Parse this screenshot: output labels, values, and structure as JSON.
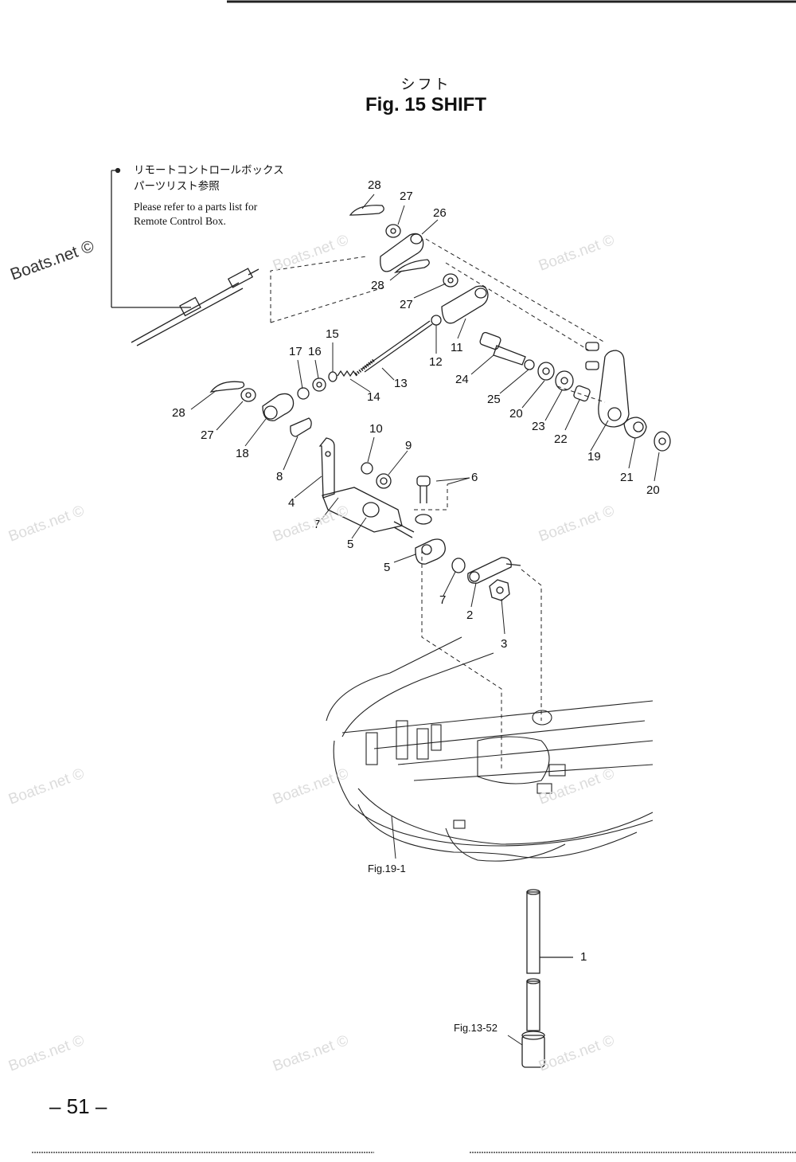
{
  "header": {
    "title_jp": "シフト",
    "title": "Fig. 15   SHIFT"
  },
  "note": {
    "jp_line1": "リモートコントロールボックス",
    "jp_line2": "パーツリスト参照",
    "en_line1": "Please refer to a parts list for",
    "en_line2": "Remote Control Box."
  },
  "watermark": {
    "text": "Boats.net ©"
  },
  "parts": [
    {
      "id": "p28a",
      "label": "28"
    },
    {
      "id": "p27a",
      "label": "27"
    },
    {
      "id": "p26",
      "label": "26"
    },
    {
      "id": "p28b",
      "label": "28"
    },
    {
      "id": "p27b",
      "label": "27"
    },
    {
      "id": "p11",
      "label": "11"
    },
    {
      "id": "p12",
      "label": "12"
    },
    {
      "id": "p15",
      "label": "15"
    },
    {
      "id": "p17",
      "label": "17"
    },
    {
      "id": "p16",
      "label": "16"
    },
    {
      "id": "p14",
      "label": "14"
    },
    {
      "id": "p13",
      "label": "13"
    },
    {
      "id": "p24",
      "label": "24"
    },
    {
      "id": "p25",
      "label": "25"
    },
    {
      "id": "p20a",
      "label": "20"
    },
    {
      "id": "p23",
      "label": "23"
    },
    {
      "id": "p22",
      "label": "22"
    },
    {
      "id": "p19",
      "label": "19"
    },
    {
      "id": "p21",
      "label": "21"
    },
    {
      "id": "p20b",
      "label": "20"
    },
    {
      "id": "p28c",
      "label": "28"
    },
    {
      "id": "p27c",
      "label": "27"
    },
    {
      "id": "p18",
      "label": "18"
    },
    {
      "id": "p8",
      "label": "8"
    },
    {
      "id": "p10",
      "label": "10"
    },
    {
      "id": "p9",
      "label": "9"
    },
    {
      "id": "p6",
      "label": "6"
    },
    {
      "id": "p4",
      "label": "4"
    },
    {
      "id": "p7a",
      "label": "7"
    },
    {
      "id": "p5a",
      "label": "5"
    },
    {
      "id": "p5b",
      "label": "5"
    },
    {
      "id": "p7b",
      "label": "7"
    },
    {
      "id": "p2",
      "label": "2"
    },
    {
      "id": "p3",
      "label": "3"
    },
    {
      "id": "p1",
      "label": "1"
    }
  ],
  "references": {
    "fig19": "Fig.19-1",
    "fig13": "Fig.13-52"
  },
  "footer": {
    "page": "– 51 –"
  }
}
